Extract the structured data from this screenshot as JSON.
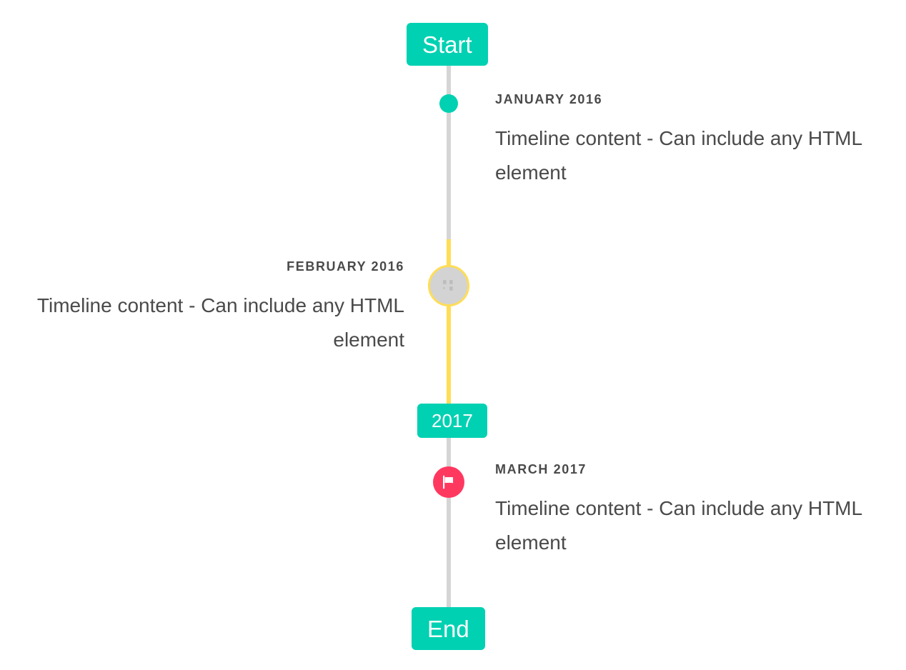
{
  "colors": {
    "primary": "#00d1b2",
    "warning": "#ffdd57",
    "danger": "#ff3860",
    "rail_default": "#d5d5d5",
    "marker_image_fill": "#d3d3d3",
    "text": "#4a4a4a",
    "badge_text": "#ffffff",
    "background": "#ffffff"
  },
  "timeline": {
    "header": {
      "label": "Start",
      "style": "primary"
    },
    "footer": {
      "label": "End",
      "style": "primary"
    },
    "items": [
      {
        "id": "january-2016",
        "heading": "JANUARY 2016",
        "body": "Timeline content - Can include any HTML element",
        "side": "right",
        "marker": {
          "kind": "dot",
          "icon": "dot-icon",
          "color": "#00d1b2"
        },
        "rail_color_below": "#d5d5d5"
      },
      {
        "id": "february-2016",
        "heading": "FEBRUARY 2016",
        "body": "Timeline content - Can include any HTML element",
        "side": "left",
        "marker": {
          "kind": "image",
          "icon": "image-placeholder-icon",
          "color": "#ffdd57",
          "fill": "#d3d3d3"
        },
        "rail_color_below": "#ffdd57"
      },
      {
        "id": "divider-2017",
        "kind": "divider",
        "label": "2017",
        "style": "primary"
      },
      {
        "id": "march-2017",
        "heading": "MARCH 2017",
        "body": "Timeline content - Can include any HTML element",
        "side": "right",
        "marker": {
          "kind": "flag",
          "icon": "flag-icon",
          "color": "#ff3860"
        },
        "rail_color_below": "#d5d5d5"
      }
    ]
  }
}
